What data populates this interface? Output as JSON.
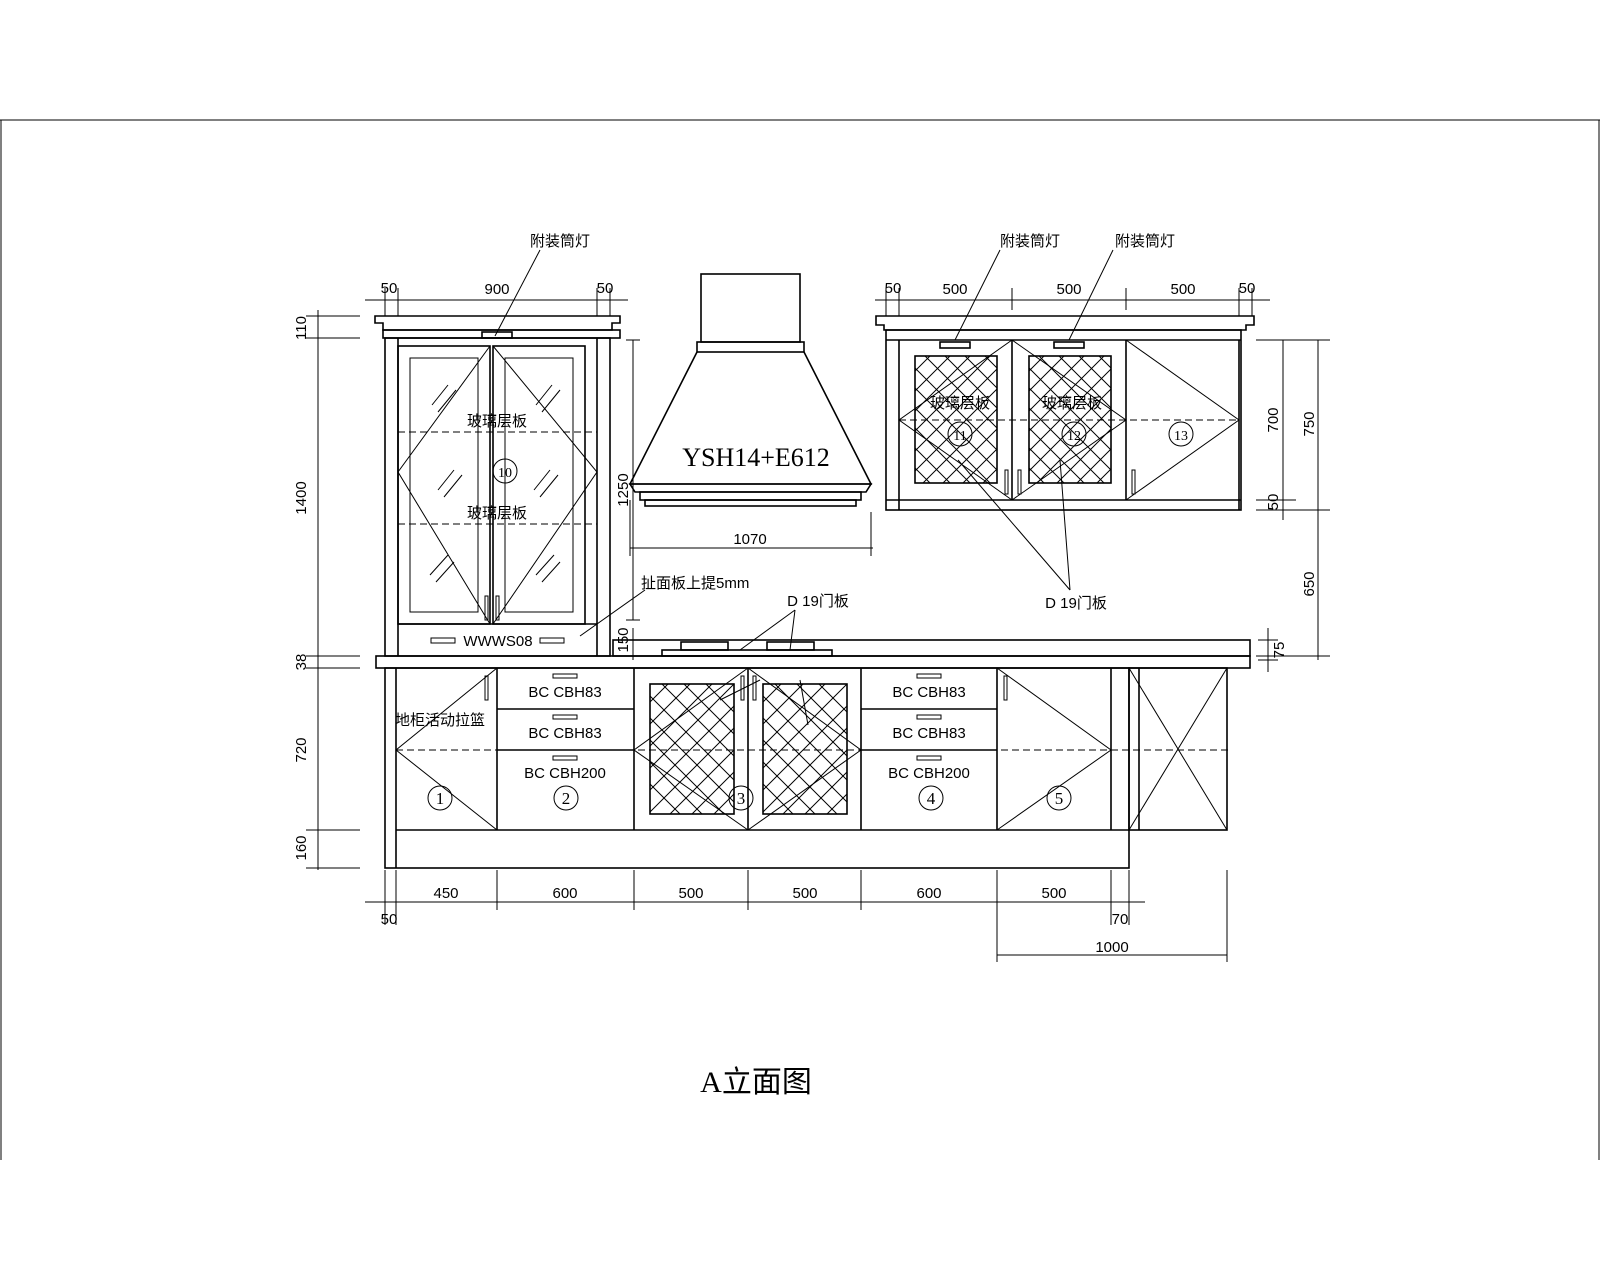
{
  "title": "A立面图",
  "hood_model": "YSH14+E612",
  "annotations": {
    "light_left": "附装筒灯",
    "light_mid": "附装筒灯",
    "light_right": "附装筒灯",
    "glass_shelf_1": "玻璃层板",
    "glass_shelf_2": "玻璃层板",
    "glass_shelf_3": "玻璃层板",
    "glass_shelf_4": "玻璃层板",
    "lift_note": "扯面板上提5mm",
    "door_note_upper": "D 19门板",
    "door_note_lower": "D 19门板",
    "basket": "地柜活动拉篮",
    "drawer_model": "WWWS08",
    "bc1": "BC CBH83",
    "bc2": "BC CBH83",
    "bc3": "BC CBH200",
    "bc4": "BC CBH83",
    "bc5": "BC CBH83",
    "bc6": "BC CBH200"
  },
  "callouts": [
    "1",
    "2",
    "3",
    "4",
    "5",
    "10",
    "11",
    "12",
    "13"
  ],
  "dims": {
    "top_left": [
      "50",
      "900",
      "50"
    ],
    "top_right": [
      "50",
      "500",
      "500",
      "500",
      "50"
    ],
    "left_vertical": [
      "110",
      "1400",
      "38",
      "720",
      "160"
    ],
    "right_vertical": [
      "700",
      "750",
      "50",
      "650",
      "75"
    ],
    "hood_height": "1250",
    "hood_width": "1070",
    "gap_150": "150",
    "bottom": [
      "450",
      "600",
      "500",
      "500",
      "600",
      "500"
    ],
    "bottom_extra": [
      "50",
      "70"
    ],
    "bottom_total": "1000"
  }
}
